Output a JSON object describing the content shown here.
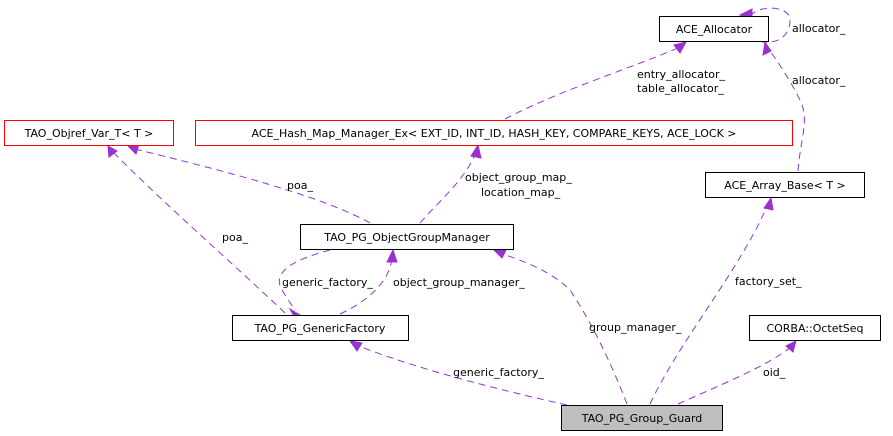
{
  "nodes": {
    "allocator": "ACE_Allocator",
    "objref": "TAO_Objref_Var_T< T >",
    "hashmap": "ACE_Hash_Map_Manager_Ex< EXT_ID, INT_ID, HASH_KEY, COMPARE_KEYS, ACE_LOCK >",
    "array_base": "ACE_Array_Base< T >",
    "ogm": "TAO_PG_ObjectGroupManager",
    "factory": "TAO_PG_GenericFactory",
    "octetseq": "CORBA::OctetSeq",
    "guard": "TAO_PG_Group_Guard"
  },
  "edge_labels": {
    "self_allocator": "allocator_",
    "entry_allocator": "entry_allocator_",
    "table_allocator": "table_allocator_",
    "array_allocator": "allocator_",
    "ogm_poa": "poa_",
    "object_group_map": "object_group_map_",
    "location_map": "location_map_",
    "factory_poa": "poa_",
    "factory_generic": "generic_factory_",
    "factory_ogm": "object_group_manager_",
    "guard_factory": "generic_factory_",
    "guard_group_manager": "group_manager_",
    "guard_factory_set": "factory_set_",
    "guard_oid": "oid_"
  },
  "colors": {
    "edge": "#9a32cd",
    "documented_border": "#000000",
    "undocumented_border": "#ff0000",
    "focus_fill": "#bfbfbf"
  }
}
